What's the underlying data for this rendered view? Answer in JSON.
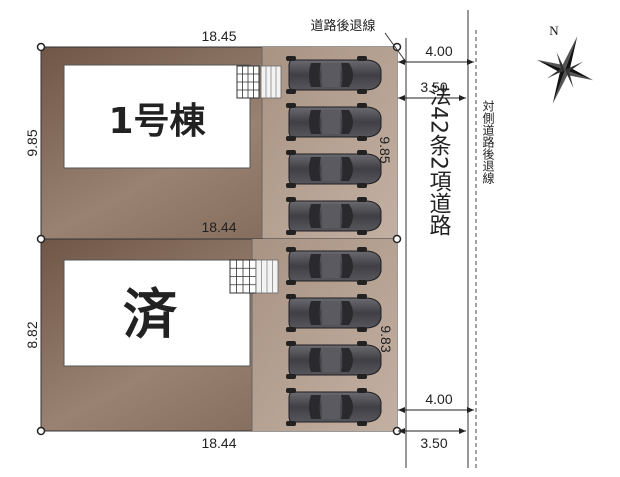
{
  "site_plan": {
    "road_setback_label": "道路後退線",
    "opposite_road_setback_label": "対側道路後退線",
    "road_label": "法42条2項道路",
    "compass_north": "N",
    "colors": {
      "lot_fill": "#8a7060",
      "parking_fill": "#b29f90",
      "building_fill": "#ffffff",
      "sold_mark": "#e0202a",
      "car_body": "#4a4a4e"
    },
    "lots": [
      {
        "building_label": "1号棟",
        "top_width": "18.45",
        "bottom_width": "18.44",
        "left_depth": "9.85",
        "right_depth": "9.85",
        "cars": 4
      },
      {
        "building_label": "済",
        "top_width": "18.44",
        "bottom_width": "18.44",
        "left_depth": "8.82",
        "right_depth": "9.83",
        "cars": 4
      }
    ],
    "road_widths": {
      "top_full": "4.00",
      "top_setback": "3.50",
      "bottom_full": "4.00",
      "bottom_setback": "3.50"
    }
  }
}
